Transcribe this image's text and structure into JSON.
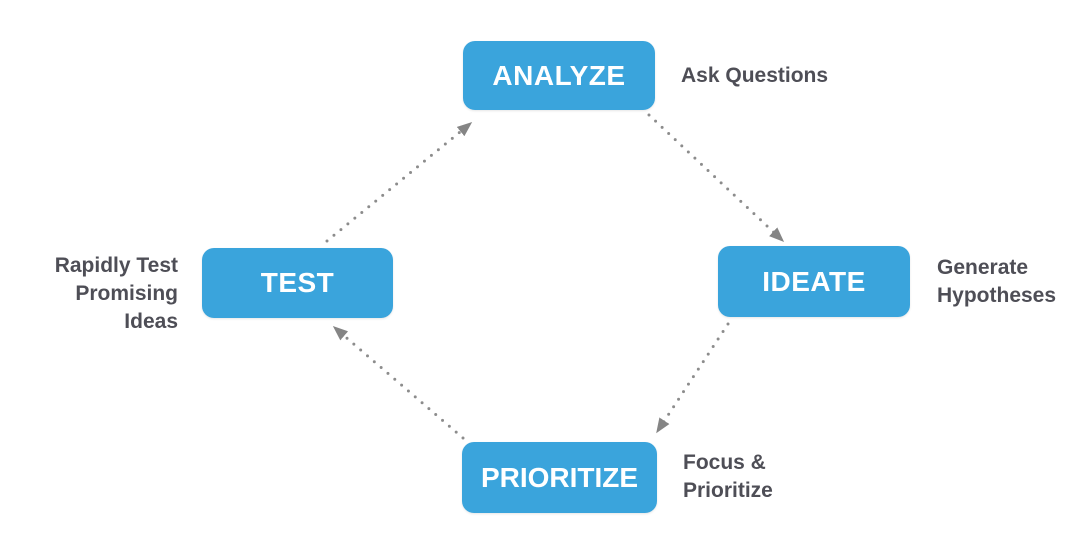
{
  "diagram": {
    "type": "cycle",
    "background_color": "#FFFFFF",
    "node_color": "#3AA4DC",
    "node_text_color": "#FFFFFF",
    "annotation_text_color": "#4E4E56",
    "arrow_color": "#8C8C8C",
    "nodes": [
      {
        "id": "analyze",
        "label": "ANALYZE",
        "annotation": "Ask Questions"
      },
      {
        "id": "ideate",
        "label": "IDEATE",
        "annotation": "Generate\nHypotheses"
      },
      {
        "id": "prioritize",
        "label": "PRIORITIZE",
        "annotation": "Focus &\nPrioritize"
      },
      {
        "id": "test",
        "label": "TEST",
        "annotation": "Rapidly Test\nPromising Ideas"
      }
    ],
    "edges": [
      {
        "from": "ANALYZE",
        "to": "IDEATE",
        "style": "dotted"
      },
      {
        "from": "IDEATE",
        "to": "PRIORITIZE",
        "style": "dotted"
      },
      {
        "from": "PRIORITIZE",
        "to": "TEST",
        "style": "dotted"
      },
      {
        "from": "TEST",
        "to": "ANALYZE",
        "style": "dotted"
      }
    ]
  }
}
